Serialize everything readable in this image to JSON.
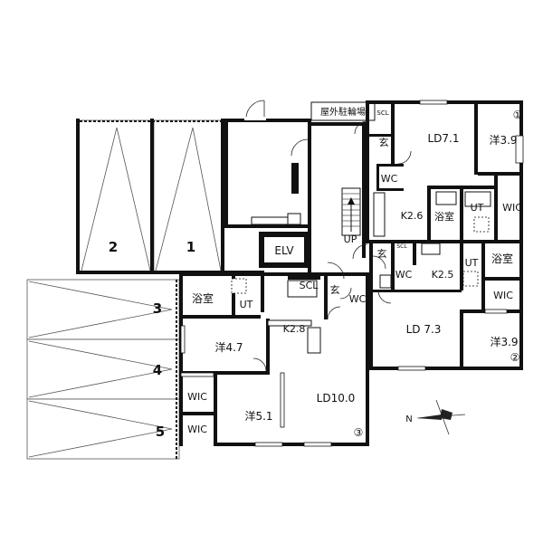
{
  "parking": {
    "bicycle_parking_label": "屋外駐輪場",
    "bays": [
      "1",
      "2",
      "3",
      "4",
      "5"
    ]
  },
  "elevator": {
    "label": "ELV"
  },
  "stair": {
    "label": "UP"
  },
  "units": {
    "unit1": {
      "marker": "①",
      "rooms": {
        "ld": "LD7.1",
        "western": "洋3.9",
        "kitchen": "K2.6",
        "bath": "浴室",
        "utility": "UT",
        "wic": "WIC",
        "wc": "WC",
        "entrance": "玄",
        "scl": "SCL"
      }
    },
    "unit2": {
      "marker": "②",
      "rooms": {
        "ld": "LD 7.3",
        "western": "洋3.9",
        "kitchen": "K2.5",
        "bath": "浴室",
        "utility": "UT",
        "wic": "WIC",
        "wc": "WC",
        "entrance": "玄",
        "scl": "SCL"
      }
    },
    "unit3": {
      "marker": "③",
      "rooms": {
        "ld": "LD10.0",
        "western_a": "洋4.7",
        "western_b": "洋5.1",
        "kitchen": "K2.8",
        "bath": "浴室",
        "utility": "UT",
        "wic_a": "WIC",
        "wic_b": "WIC",
        "wc": "WC",
        "entrance": "玄",
        "scl": "SCL"
      }
    }
  },
  "compass": {
    "north_label": "N"
  }
}
